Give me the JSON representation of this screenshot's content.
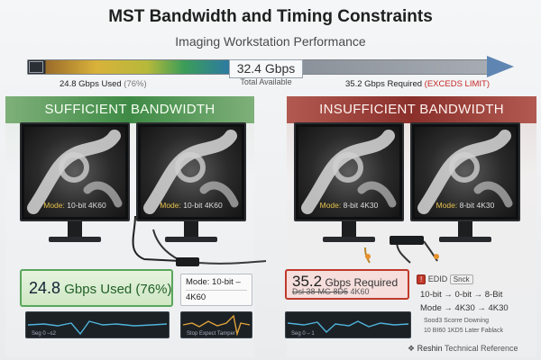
{
  "header": {
    "title": "MST Bandwidth and Timing Constraints",
    "subtitle": "Imaging Workstation Performance"
  },
  "bandwidth_bar": {
    "total_value": "32.4 Gbps",
    "total_label": "Total Available",
    "used_prefix": "24.8 Gbps Used",
    "used_pct": "(76%)",
    "required_prefix": "35.2 Gbps Required",
    "required_warning": "(EXCEDS LIMIT)"
  },
  "left_panel": {
    "heading": "SUFFICIENT BANDWIDTH",
    "monitor_1_mode": "Mode:",
    "monitor_1_value": "10-bit   4K60",
    "monitor_2_mode": "Mode:",
    "monitor_2_value": "10-bit   4K60",
    "gbps_value": "24.8",
    "gbps_rest": "Gbps  Used  (76%)",
    "mode_line_1": "Mode: 10-bit –",
    "mode_line_2": "4K60",
    "wave_label_1": "Seg 0 –s2",
    "wave_label_2": "Stop    Expect    Tamper"
  },
  "right_panel": {
    "heading": "INSUFFICIENT BANDWIDTH",
    "monitor_1_mode": "Mode:",
    "monitor_1_value": "8-bit   4K30",
    "monitor_2_mode": "Mode:",
    "monitor_2_value": "8-bit   4K30",
    "req_value": "35.2",
    "req_rest": "Gbps Required",
    "req_sub_strike": "Dsl 38-MG 8D5",
    "req_sub_rest": "4K60",
    "edid_label": "EDID",
    "edid_chip": "Snck",
    "fallback_row_1": "10-bit  →  0-bit    →  8-Bit",
    "fallback_row_2": "Mode    →  4K30     →  4K30",
    "note_1": "Sood3 Scorre Downing",
    "note_2": "10 BI60 1KD5 Later Fablack",
    "wave_label": "Seg 0 – 1"
  },
  "footer": {
    "brand": "Reshin",
    "text": "Technical Reference"
  },
  "colors": {
    "ok": "#3e8a45",
    "bad": "#8a2f2a",
    "arrow": "#5f86b3"
  }
}
